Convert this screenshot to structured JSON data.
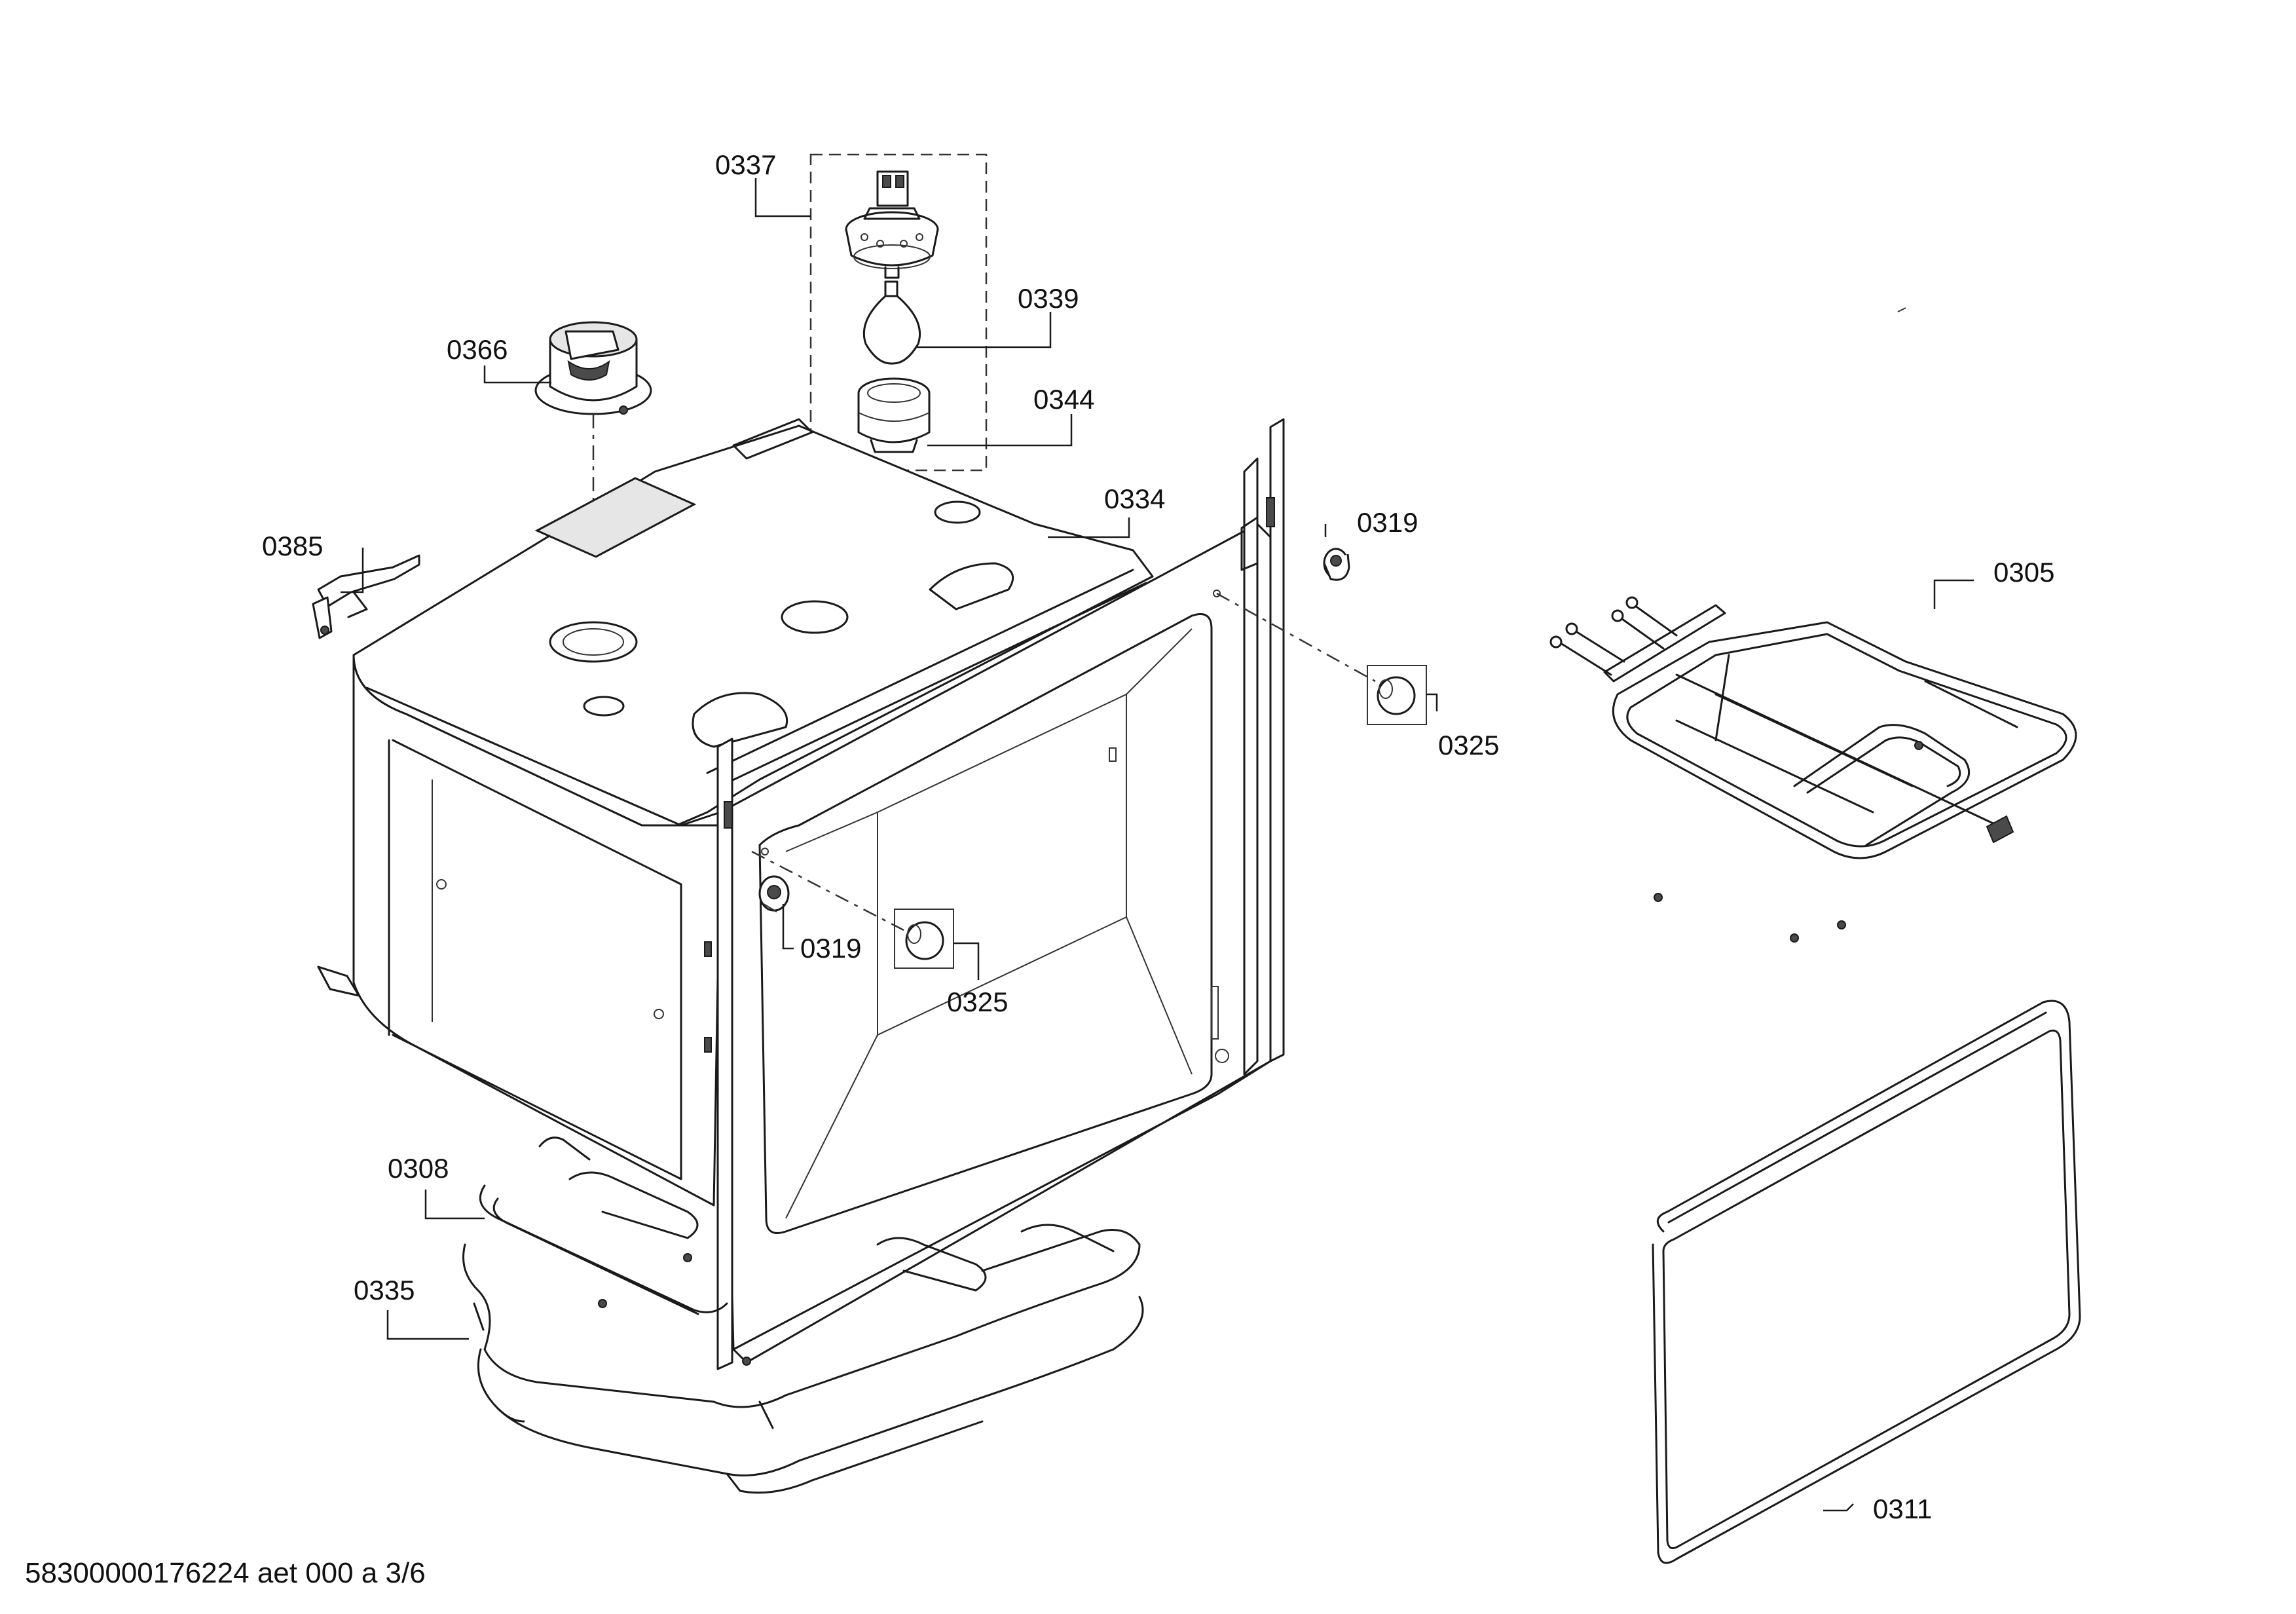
{
  "diagram": {
    "title": "",
    "part_labels": {
      "p0337": "0337",
      "p0339": "0339",
      "p0344": "0344",
      "p0366": "0366",
      "p0334": "0334",
      "p0319_top": "0319",
      "p0385": "0385",
      "p0305": "0305",
      "p0325_top": "0325",
      "p0319_front": "0319",
      "p0325_front": "0325",
      "p0308": "0308",
      "p0335": "0335",
      "p0311": "0311"
    },
    "footer": "58300000176224 aet 000 a 3/6"
  }
}
